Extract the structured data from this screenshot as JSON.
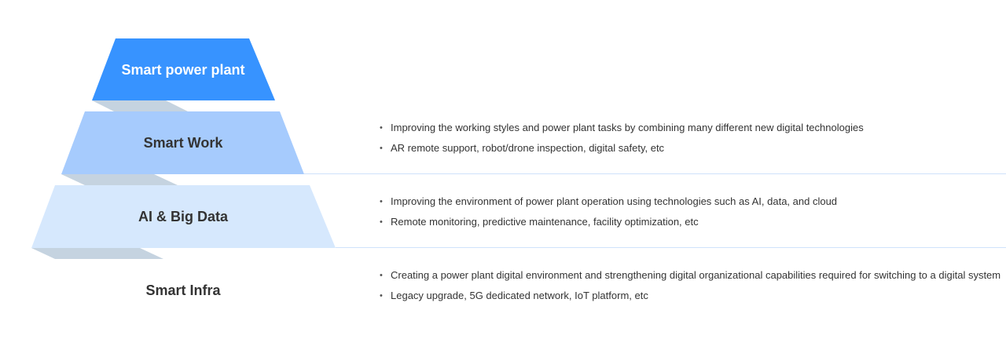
{
  "tiers": [
    {
      "label": "Smart power plant",
      "color": "#3793ff",
      "text_color": "#ffffff",
      "bullets": []
    },
    {
      "label": "Smart Work",
      "color": "#a6cbfd",
      "text_color": "#333333",
      "bullets": [
        "Improving the working styles and power plant tasks by combining many different new digital technologies",
        "AR remote support, robot/drone inspection, digital safety, etc"
      ]
    },
    {
      "label": "AI & Big Data",
      "color": "#d6e8fd",
      "text_color": "#333333",
      "bullets": [
        "Improving the environment of power plant operation using technologies such as AI, data, and cloud",
        "Remote monitoring, predictive maintenance, facility optimization, etc"
      ]
    },
    {
      "label": "Smart Infra",
      "color": "#ffffff",
      "text_color": "#333333",
      "bullets": [
        "Creating a power plant digital environment and strengthening digital organizational capabilities required for switching to a digital system",
        "Legacy upgrade, 5G dedicated network, IoT platform, etc"
      ]
    }
  ],
  "shadow_color": "#c5d3e0",
  "divider_color": "#cfe2fb"
}
